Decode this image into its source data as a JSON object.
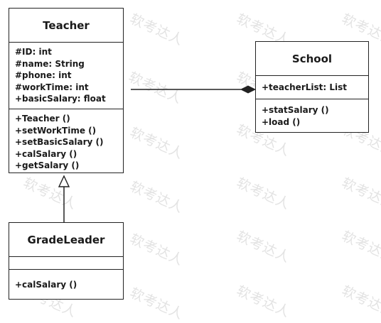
{
  "watermark": "软考达人",
  "classes": {
    "teacher": {
      "name": "Teacher",
      "attributes": [
        "#ID: int",
        "#name: String",
        "#phone: int",
        "#workTime: int",
        "+basicSalary: float"
      ],
      "operations": [
        "+Teacher ()",
        "+setWorkTime ()",
        "+setBasicSalary ()",
        "+calSalary ()",
        "+getSalary ()"
      ]
    },
    "school": {
      "name": "School",
      "attributes": [
        "+teacherList: List"
      ],
      "operations": [
        "+statSalary ()",
        "+load ()"
      ]
    },
    "gradeleader": {
      "name": "GradeLeader",
      "attributes": [],
      "operations": [
        "+calSalary ()"
      ]
    }
  },
  "relationships": [
    {
      "type": "composition",
      "from": "Teacher",
      "to": "School"
    },
    {
      "type": "generalization",
      "from": "GradeLeader",
      "to": "Teacher"
    }
  ]
}
